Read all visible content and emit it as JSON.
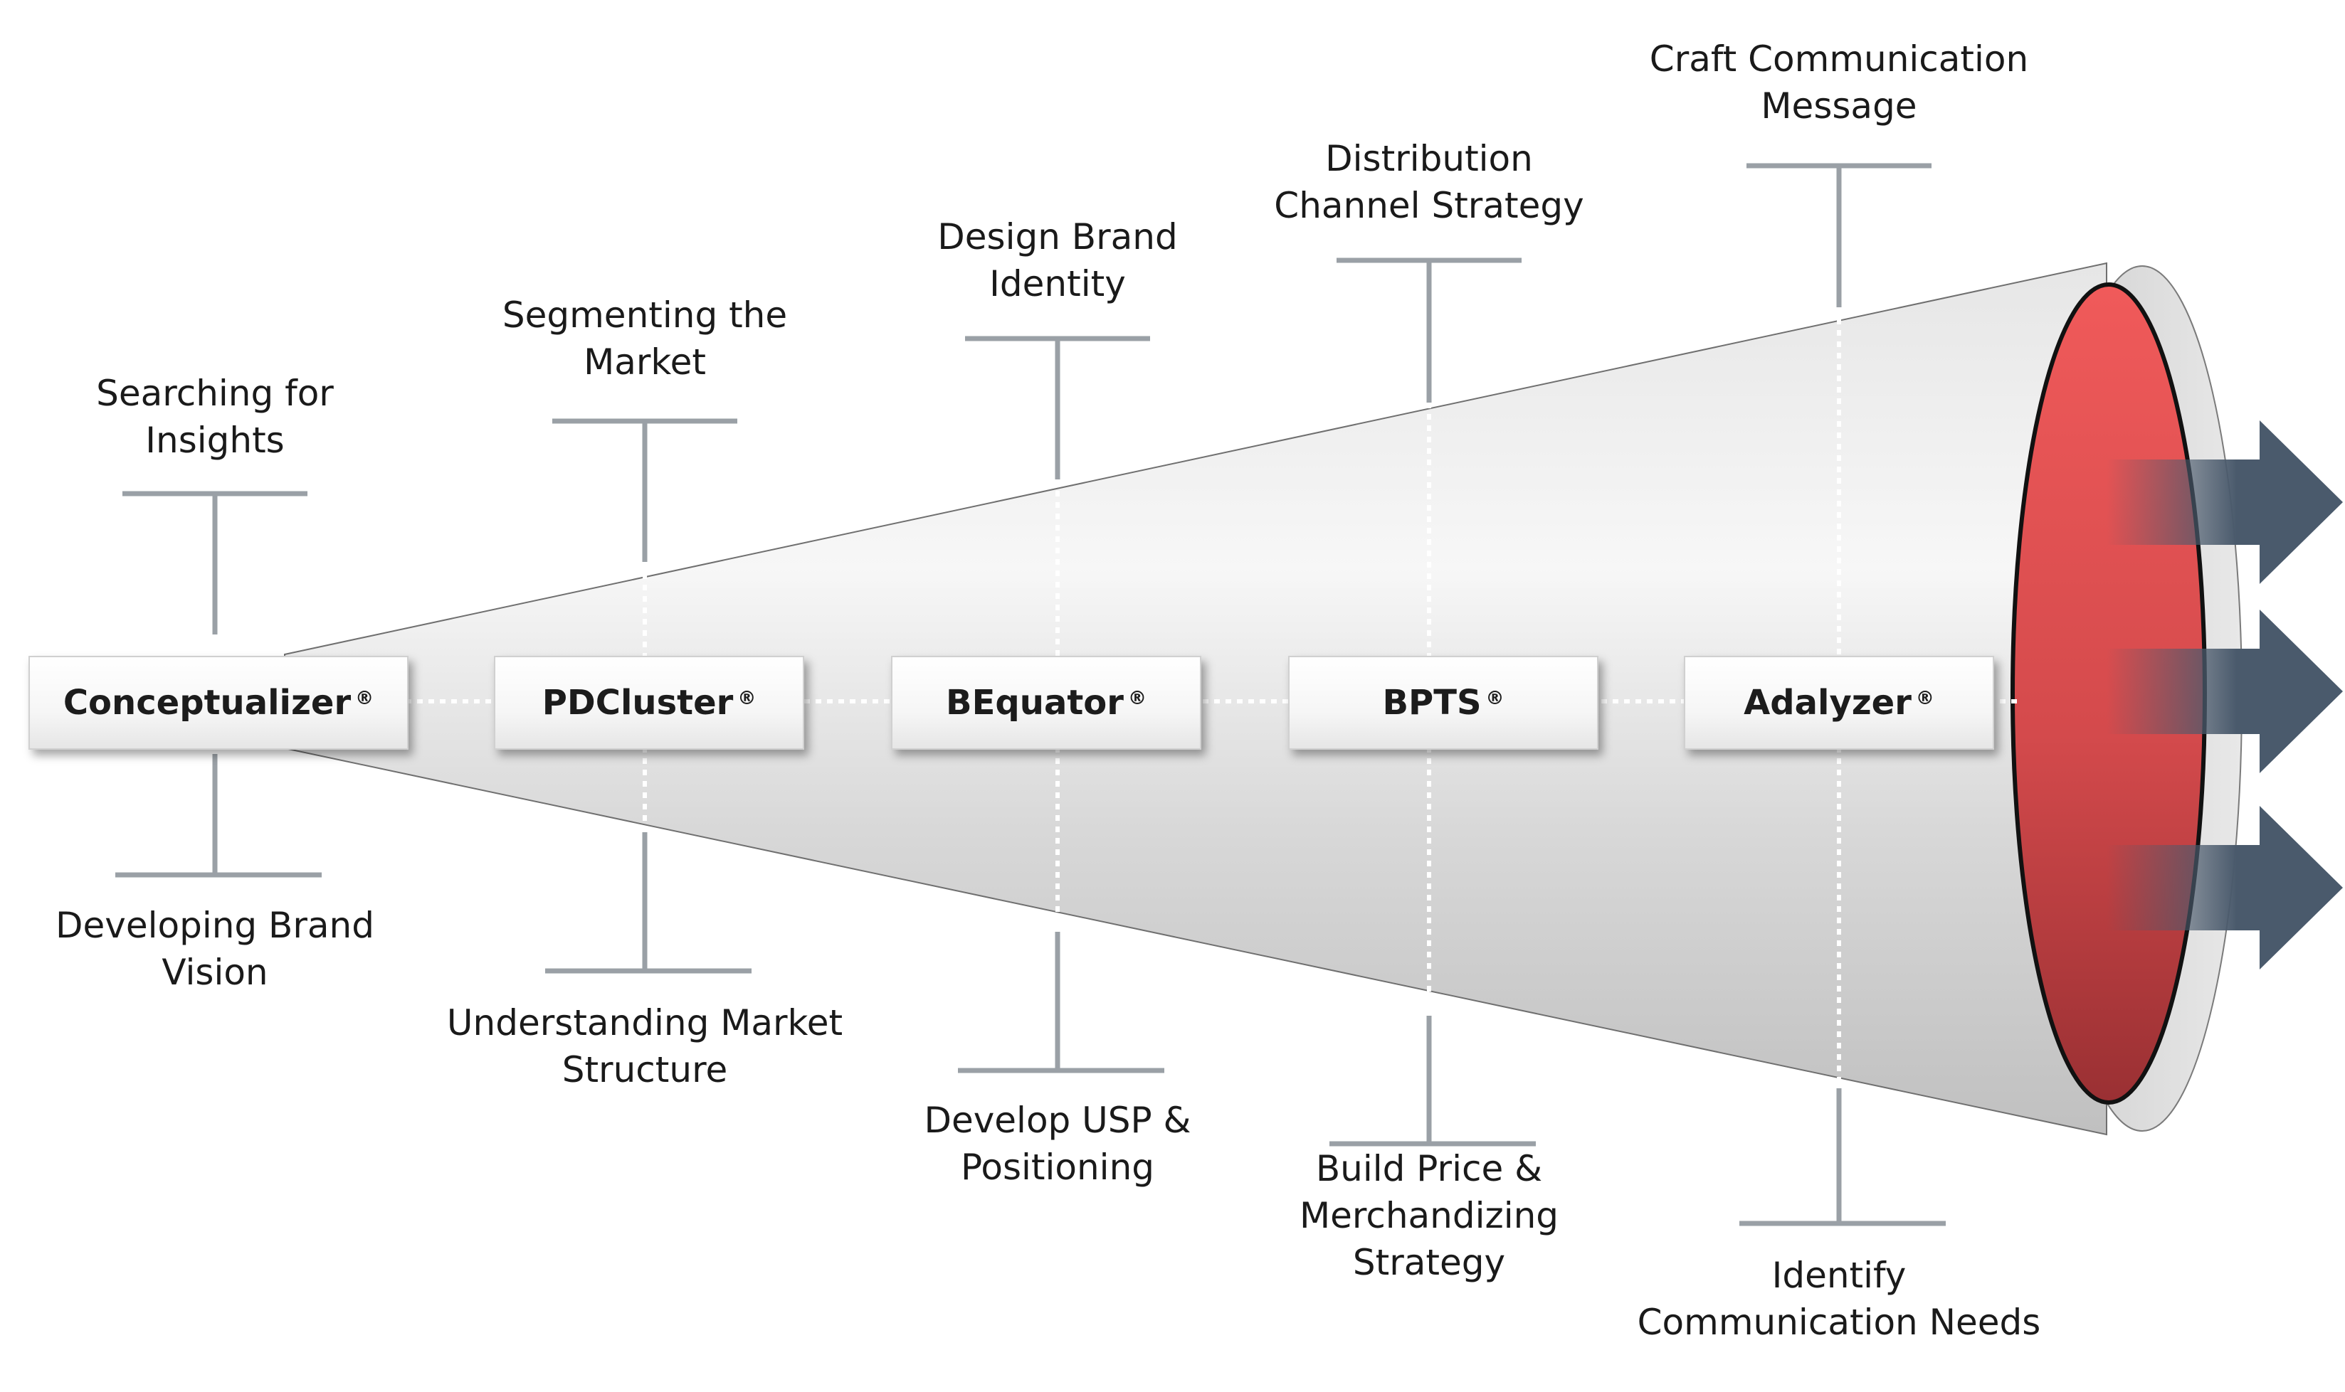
{
  "stages": [
    {
      "name": "Conceptualizer",
      "mark": "®",
      "top_label": [
        "Searching for",
        "Insights"
      ],
      "bottom_label": [
        "Developing Brand",
        "Vision"
      ]
    },
    {
      "name": "PDCluster",
      "mark": "®",
      "top_label": [
        "Segmenting the",
        "Market"
      ],
      "bottom_label": [
        "Understanding Market",
        "Structure"
      ]
    },
    {
      "name": "BEquator",
      "mark": "®",
      "top_label": [
        "Design Brand",
        "Identity"
      ],
      "bottom_label": [
        "Develop USP &",
        "Positioning"
      ]
    },
    {
      "name": "BPTS",
      "mark": "®",
      "top_label": [
        "Distribution",
        "Channel Strategy"
      ],
      "bottom_label": [
        "Build Price &",
        "Merchandizing",
        "Strategy"
      ]
    },
    {
      "name": "Adalyzer",
      "mark": "®",
      "top_label": [
        "Craft Communication",
        "Message"
      ],
      "bottom_label": [
        "Identify",
        "Communication Needs"
      ]
    }
  ],
  "colors": {
    "cone_light": "#f4f4f4",
    "cone_dark": "#bdbdbd",
    "mouth_red": "#e35656",
    "mouth_red_dark": "#9e2f33",
    "arrow": "#4a5a6c",
    "connector": "#9aa0a6"
  },
  "arrow_count": 3
}
